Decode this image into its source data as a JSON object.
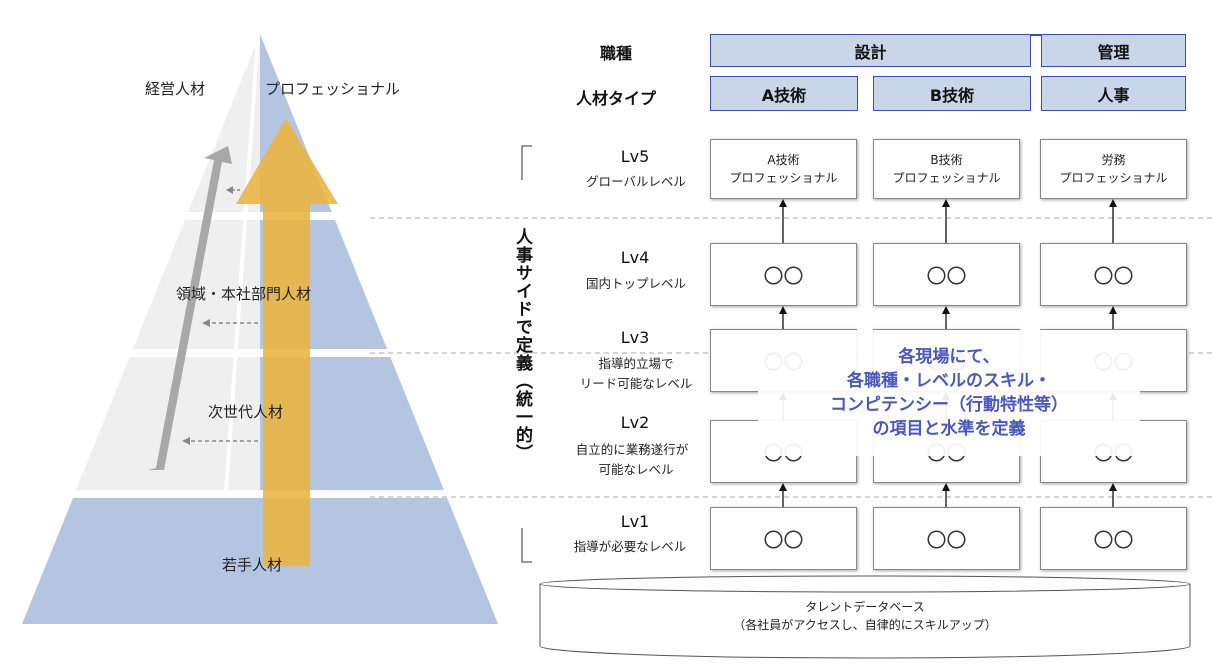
{
  "pyramid": {
    "top_left_label": "経営人材",
    "top_right_label": "プロフェッショナル",
    "tier2_label": "領域・本社部門人材",
    "tier3_label": "次世代人材",
    "tier4_label": "若手人材"
  },
  "header": {
    "job_type_label": "職種",
    "talent_type_label": "人材タイプ",
    "categories": [
      "設計",
      "管理"
    ],
    "types": [
      "A技術",
      "B技術",
      "人事"
    ]
  },
  "vertical_label": "人事サイドで定義（統一的）",
  "levels": [
    {
      "title": "Lv5",
      "desc": [
        "グローバルレベル"
      ]
    },
    {
      "title": "Lv4",
      "desc": [
        "国内トップレベル"
      ]
    },
    {
      "title": "Lv3",
      "desc": [
        "指導的立場で",
        "リード可能なレベル"
      ]
    },
    {
      "title": "Lv2",
      "desc": [
        "自立的に業務遂行が",
        "可能なレベル"
      ]
    },
    {
      "title": "Lv1",
      "desc": [
        "指導が必要なレベル"
      ]
    }
  ],
  "lv5_cells": [
    [
      "A技術",
      "プロフェッショナル"
    ],
    [
      "B技術",
      "プロフェッショナル"
    ],
    [
      "労務",
      "プロフェッショナル"
    ]
  ],
  "placeholder": "〇〇",
  "overlay_lines": [
    "各現場にて、",
    "各職種・レベルのスキル・",
    "コンピテンシー（行動特性等）",
    "の項目と水準を定義"
  ],
  "database": {
    "line1": "タレントデータベース",
    "line2": "（各社員がアクセスし、自律的にスキルアップ）"
  },
  "colors": {
    "pyramid_blue": "#b3c5e1",
    "pyramid_light": "#efefef",
    "arrow_yellow": "#eab544",
    "arrow_gray": "#a8a8a8",
    "header_fill": "#c9d6ea",
    "header_border": "#3b4fa8",
    "overlay_text": "#4a57c0"
  }
}
